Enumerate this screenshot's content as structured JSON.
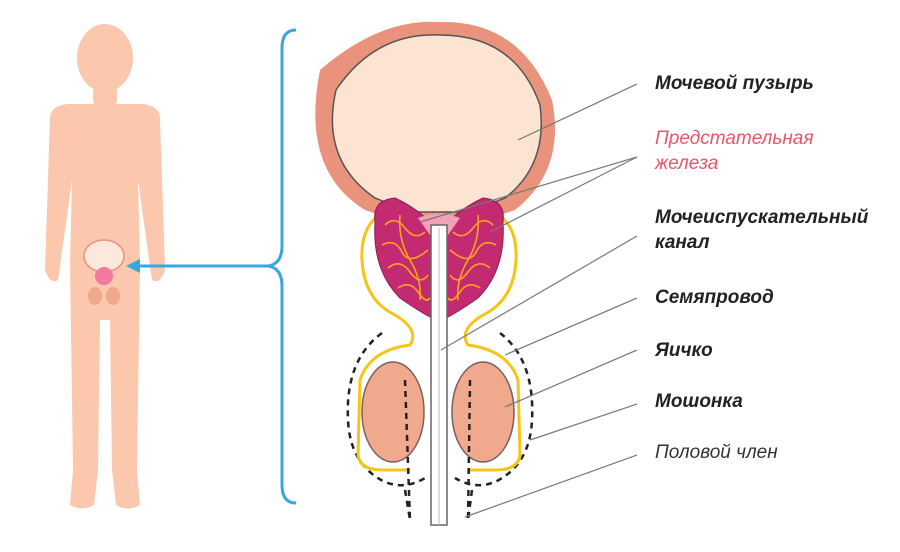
{
  "labels": {
    "bladder": "Мочевой пузырь",
    "prostate_line1": "Предстательная",
    "prostate_line2": "железа",
    "urethra_line1": "Мочеиспускательный",
    "urethra_line2": "канал",
    "vas_deferens": "Семяпровод",
    "testicle": "Яичко",
    "scrotum": "Мошонка",
    "penis": "Половой член"
  },
  "colors": {
    "body_silhouette": "#fbc7ad",
    "bladder_wall": "#e9927c",
    "bladder_fill": "#fde3d2",
    "prostate_fill": "#c42a72",
    "prostate_veins": "#ffa31a",
    "vas_deferens": "#f5c419",
    "testicle_fill": "#f0a98c",
    "bracket_arrow": "#3ba6dd",
    "accent_text": "#e8556b"
  }
}
